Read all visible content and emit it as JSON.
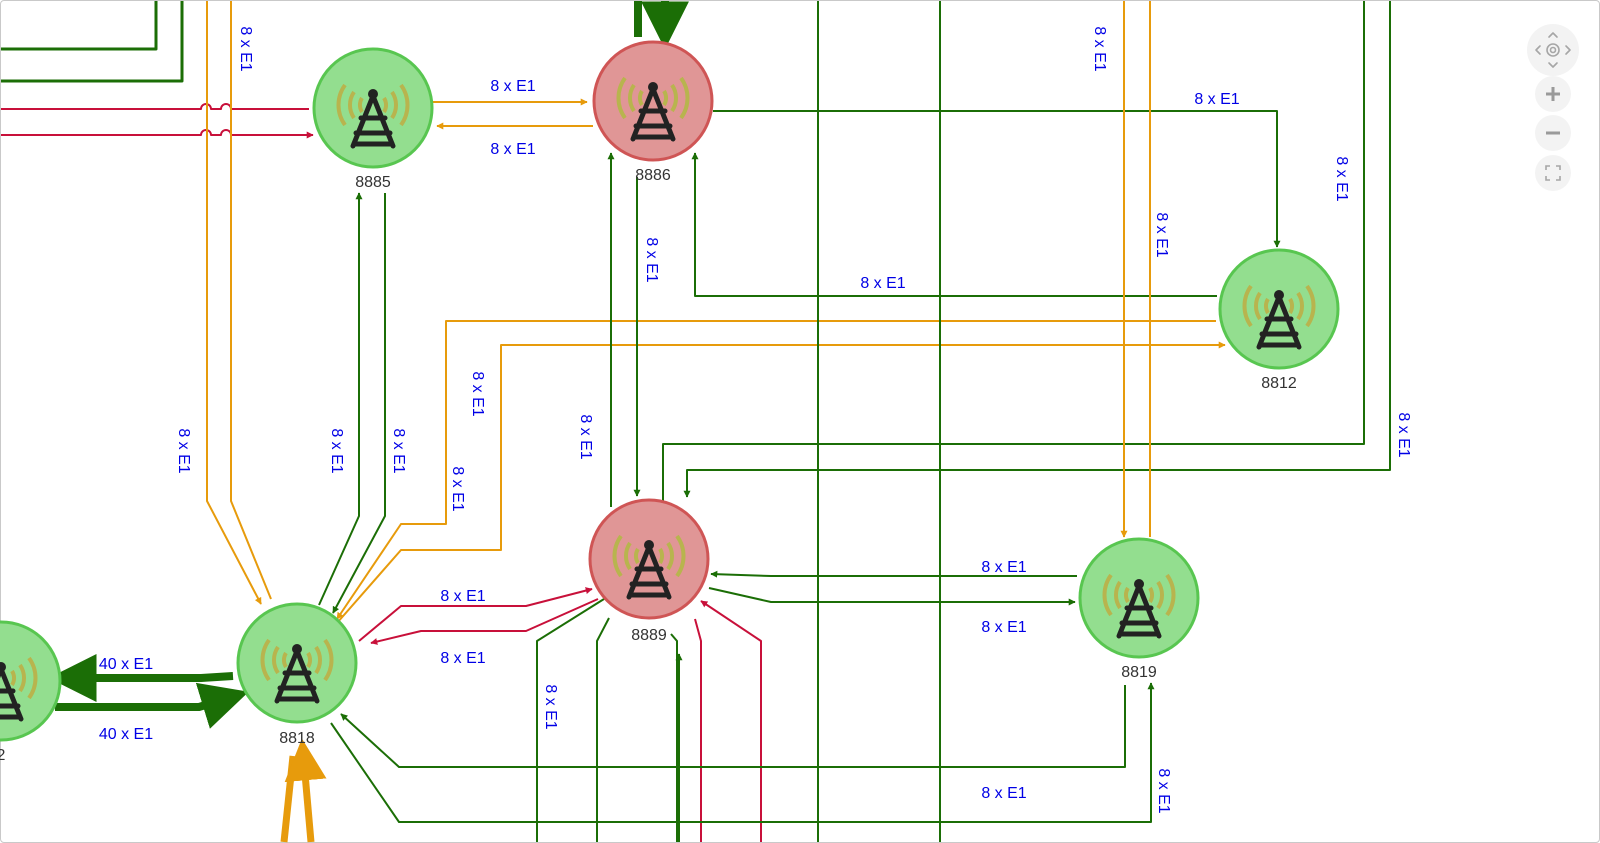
{
  "colors": {
    "green_link": "#1b6e06",
    "orange_link": "#e79b0c",
    "red_link": "#c8103a",
    "label": "#0000e6",
    "node_ok_fill": "#93de8f",
    "node_ok_stroke": "#58c650",
    "node_alarm_fill": "#e09696",
    "node_alarm_stroke": "#cf5555",
    "tower": "#222222",
    "waves": "#b8b44e"
  },
  "nodes": [
    {
      "id": "8885",
      "label": "8885",
      "status": "ok"
    },
    {
      "id": "8886",
      "label": "8886",
      "status": "alarm"
    },
    {
      "id": "8812",
      "label": "8812",
      "status": "ok"
    },
    {
      "id": "8889",
      "label": "8889",
      "status": "alarm"
    },
    {
      "id": "8819",
      "label": "8819",
      "status": "ok"
    },
    {
      "id": "8818",
      "label": "8818",
      "status": "ok"
    },
    {
      "id": "edge-left",
      "label": "2",
      "status": "ok"
    }
  ],
  "link_labels": [
    "8 x E1",
    "8 x E1",
    "8 x E1",
    "8 x E1",
    "8 x E1",
    "8 x E1",
    "8 x E1",
    "8 x E1",
    "8 x E1",
    "8 x E1",
    "8 x E1",
    "8 x E1",
    "8 x E1",
    "8 x E1",
    "8 x E1",
    "8 x E1",
    "8 x E1",
    "8 x E1",
    "8 x E1",
    "8 x E1",
    "8 x E1",
    "8 x E1",
    "8 x E1",
    "40 x E1",
    "40 x E1"
  ],
  "controls": [
    {
      "name": "pan-control",
      "icon": "pan-arrows-icon"
    },
    {
      "name": "zoom-in-button",
      "icon": "plus-icon"
    },
    {
      "name": "zoom-out-button",
      "icon": "minus-icon"
    },
    {
      "name": "fit-view-button",
      "icon": "fit-screen-icon"
    }
  ]
}
